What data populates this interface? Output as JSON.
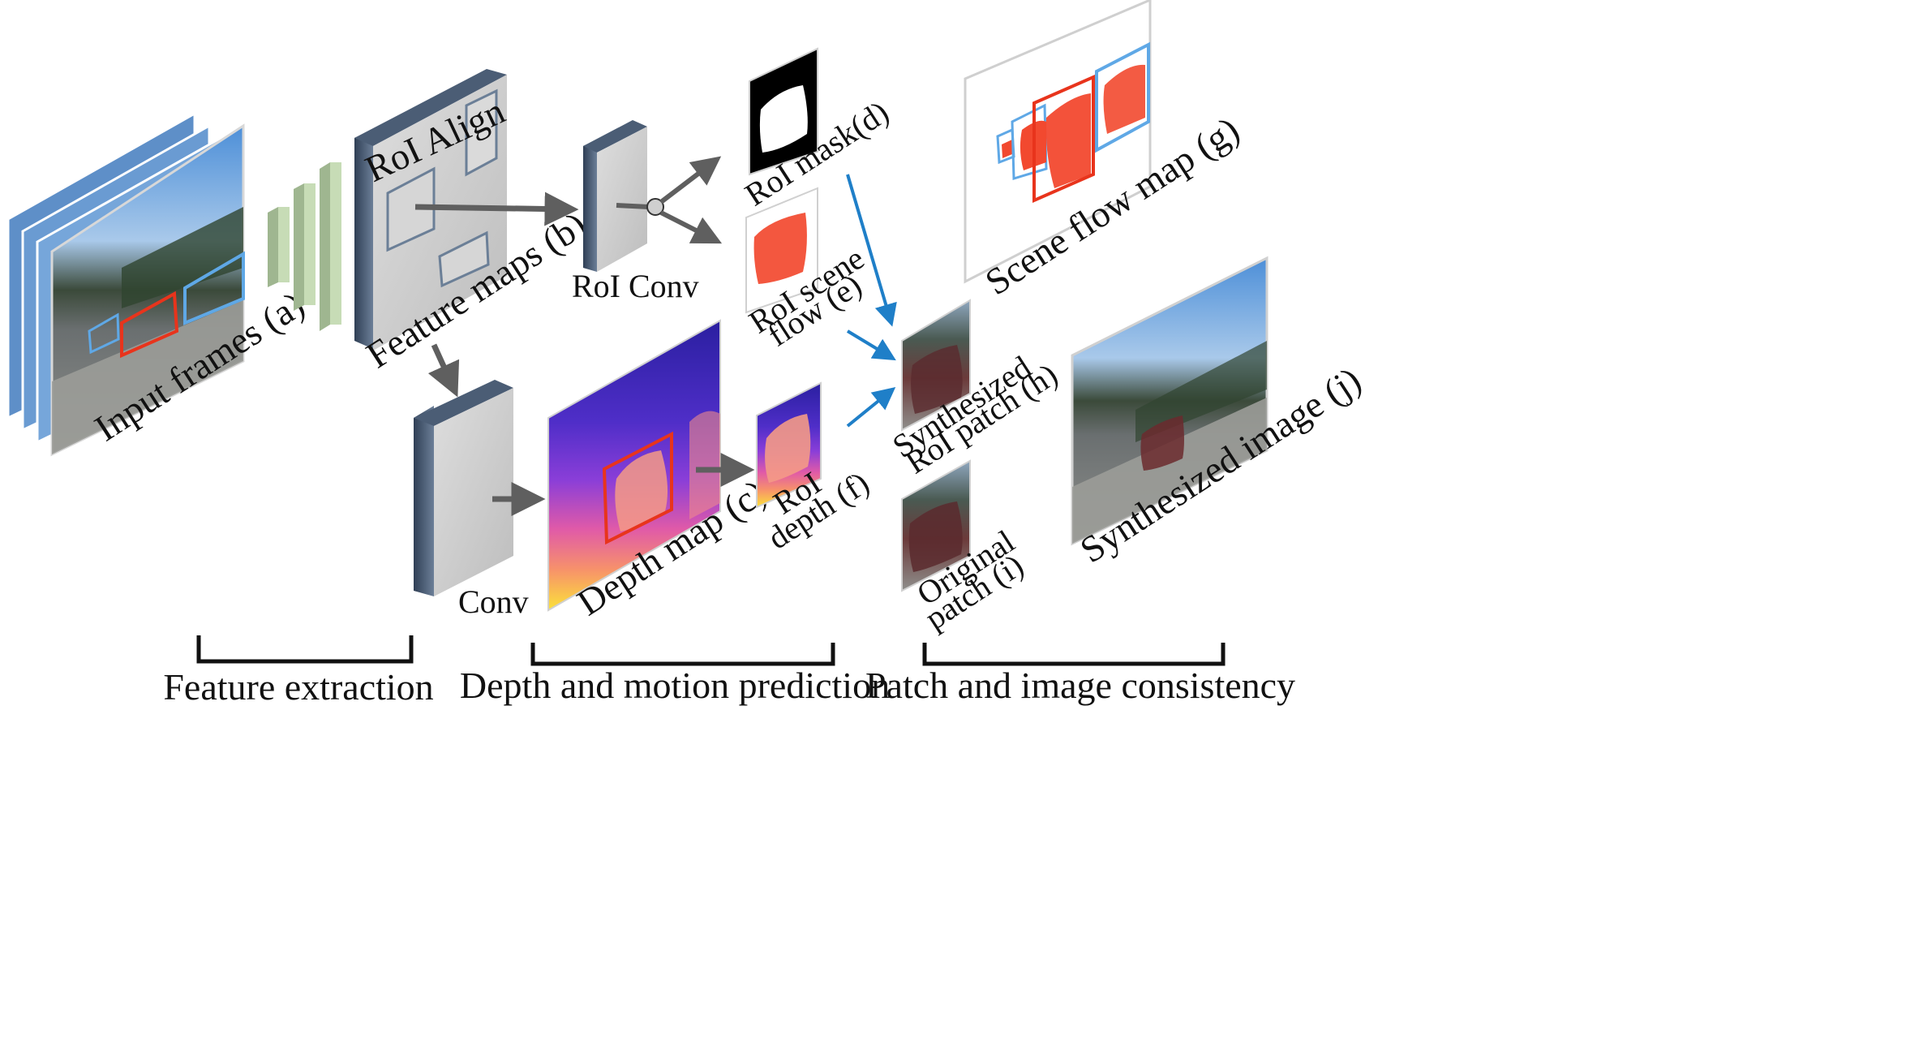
{
  "labels": {
    "input_frames": "Input frames (a)",
    "feature_maps": "Feature maps (b)",
    "roi_align": "RoI Align",
    "roi_conv": "RoI Conv",
    "conv": "Conv",
    "depth_map": "Depth map (c)",
    "roi_mask": "RoI mask(d)",
    "roi_scene_flow_line1": "RoI scene",
    "roi_scene_flow_line2": "flow (e)",
    "roi_depth_line1": "RoI",
    "roi_depth_line2": "depth (f)",
    "scene_flow_map": "Scene flow map (g)",
    "synth_patch_line1": "Synthesized",
    "synth_patch_line2": "RoI patch (h)",
    "orig_patch_line1": "Original",
    "orig_patch_line2": "patch (i)",
    "synth_image": "Synthesized  image (j)"
  },
  "sections": {
    "feature_extraction": "Feature extraction",
    "depth_motion": "Depth and motion prediction",
    "consistency": "Patch and image consistency"
  },
  "colors": {
    "arrow_gray": "#5f5f5f",
    "arrow_blue": "#1f7fc8",
    "roi_red": "#e8341c",
    "roi_blue": "#5fa8e6",
    "layer_green": "#c7dcb6",
    "block_face": "#cfcfcf",
    "block_side": "#3d5068"
  }
}
